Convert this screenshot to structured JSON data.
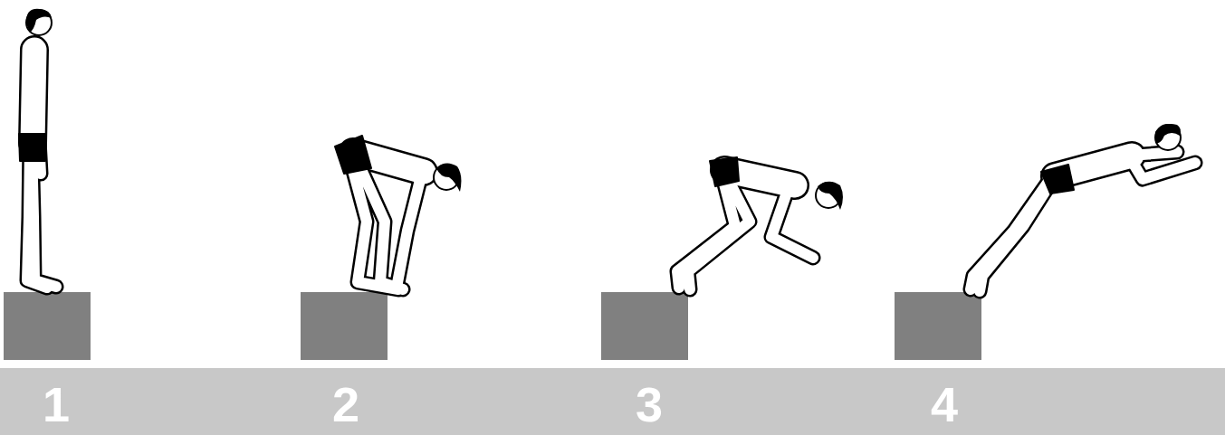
{
  "diagram": {
    "nodes": [
      {
        "text": [
          "1",
          "2",
          "3",
          "4"
        ]
      }
    ]
  }
}
